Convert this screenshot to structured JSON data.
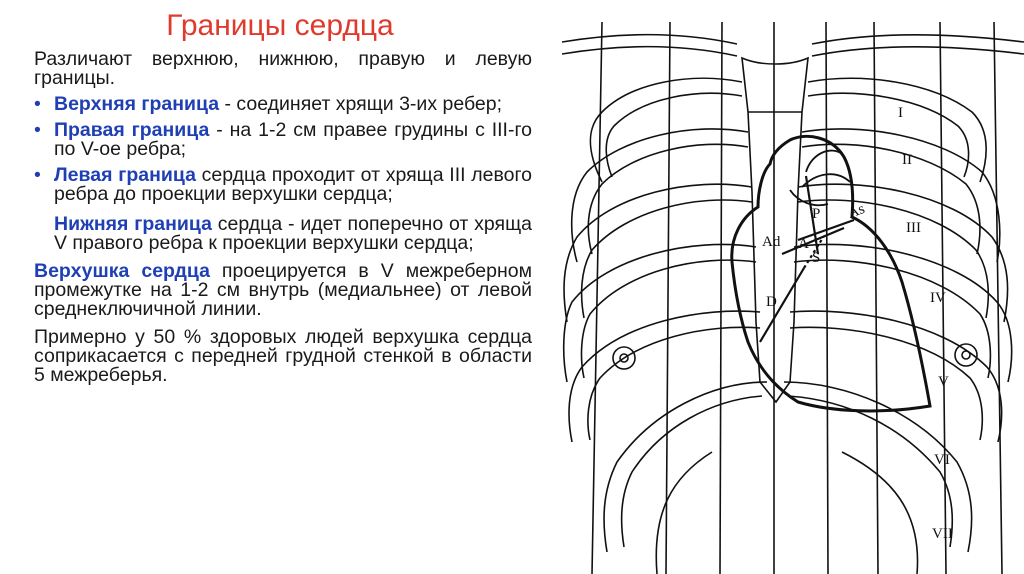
{
  "slide": {
    "title": "Границы сердца",
    "intro": "Различают верхнюю, нижнюю, правую и левую границы.",
    "bullet_marker": "•",
    "items": [
      {
        "term": "Верхняя граница",
        "text": " - соединяет хрящи 3-их ребер;"
      },
      {
        "term": "Правая граница",
        "text": " - на 1-2 см правее грудины с III-го по V-ое ребра;"
      },
      {
        "term": "Левая граница",
        "text": " сердца проходит от хряща III левого ребра до проекции верхушки сердца;"
      },
      {
        "term": "Нижняя граница",
        "text": " сердца - идет поперечно от хряща V правого ребра к проекции верхушки сердца;"
      }
    ],
    "apex": {
      "term": "Верхушка сердца",
      "text": " проецируется в V межреберном промежутке на 1-2 см внутрь (медиальнее) от левой среднеключичной линии."
    },
    "closing": "Примерно у 50 % здоровых людей верхушка сердца соприкасается с передней грудной стенкой в области 5 межреберья."
  },
  "figure": {
    "rib_labels": [
      "I",
      "II",
      "III",
      "IV",
      "V",
      "VI",
      "VII"
    ],
    "valve_labels": {
      "As": "As",
      "P": "P",
      "Ad": "Ad",
      "A": "A",
      "S": "S",
      "D": "D"
    }
  }
}
